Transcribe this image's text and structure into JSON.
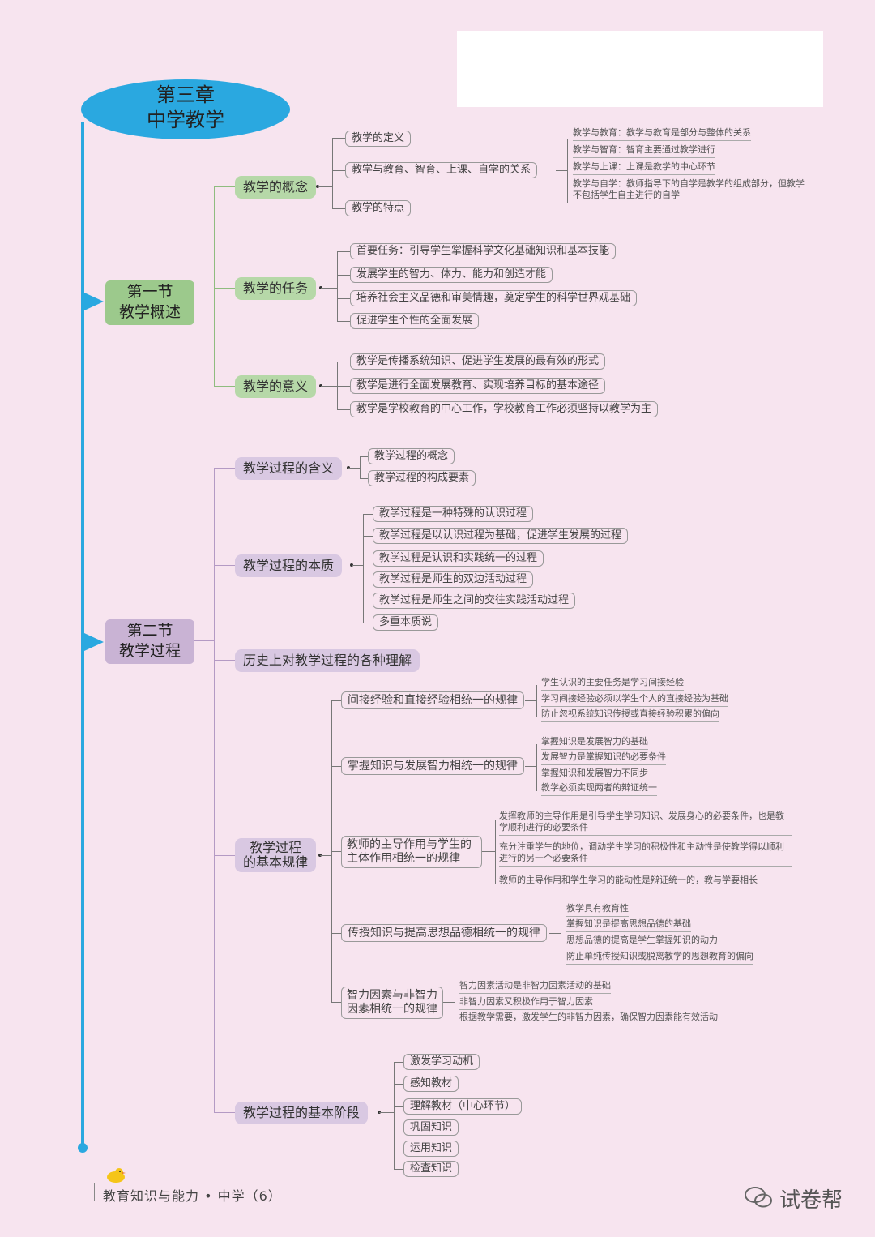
{
  "chapter": {
    "line1": "第三章",
    "line2": "中学教学"
  },
  "section1": {
    "line1": "第一节",
    "line2": "教学概述",
    "topics": [
      {
        "label": "教学的概念",
        "leaves": [
          "教学的定义",
          "教学与教育、智育、上课、自学的关系",
          "教学的特点"
        ],
        "notes": [
          "教学与教育：教学与教育是部分与整体的关系",
          "教学与智育：智育主要通过教学进行",
          "教学与上课：上课是教学的中心环节",
          "教学与自学：教师指导下的自学是教学的组成部分，但教学不包括学生自主进行的自学"
        ]
      },
      {
        "label": "教学的任务",
        "leaves": [
          "首要任务：引导学生掌握科学文化基础知识和基本技能",
          "发展学生的智力、体力、能力和创造才能",
          "培养社会主义品德和审美情趣，奠定学生的科学世界观基础",
          "促进学生个性的全面发展"
        ]
      },
      {
        "label": "教学的意义",
        "leaves": [
          "教学是传播系统知识、促进学生发展的最有效的形式",
          "教学是进行全面发展教育、实现培养目标的基本途径",
          "教学是学校教育的中心工作，学校教育工作必须坚持以教学为主"
        ]
      }
    ]
  },
  "section2": {
    "line1": "第二节",
    "line2": "教学过程",
    "meaning": {
      "label": "教学过程的含义",
      "leaves": [
        "教学过程的概念",
        "教学过程的构成要素"
      ]
    },
    "essence": {
      "label": "教学过程的本质",
      "leaves": [
        "教学过程是一种特殊的认识过程",
        "教学过程是以认识过程为基础，促进学生发展的过程",
        "教学过程是认识和实践统一的过程",
        "教学过程是师生的双边活动过程",
        "教学过程是师生之间的交往实践活动过程",
        "多重本质说"
      ]
    },
    "history": {
      "label": "历史上对教学过程的各种理解"
    },
    "laws": {
      "label_line1": "教学过程",
      "label_line2": "的基本规律",
      "items": [
        {
          "label": "间接经验和直接经验相统一的规律",
          "notes": [
            "学生认识的主要任务是学习间接经验",
            "学习间接经验必须以学生个人的直接经验为基础",
            "防止忽视系统知识传授或直接经验积累的偏向"
          ]
        },
        {
          "label": "掌握知识与发展智力相统一的规律",
          "notes": [
            "掌握知识是发展智力的基础",
            "发展智力是掌握知识的必要条件",
            "掌握知识和发展智力不同步",
            "教学必须实现两者的辩证统一"
          ]
        },
        {
          "label": "教师的主导作用与学生的主体作用相统一的规律",
          "notes": [
            "发挥教师的主导作用是引导学生学习知识、发展身心的必要条件，也是教学顺利进行的必要条件",
            "充分注重学生的地位，调动学生学习的积极性和主动性是使教学得以顺利进行的另一个必要条件",
            "教师的主导作用和学生学习的能动性是辩证统一的，教与学要相长"
          ]
        },
        {
          "label": "传授知识与提高思想品德相统一的规律",
          "notes": [
            "教学具有教育性",
            "掌握知识是提高思想品德的基础",
            "思想品德的提高是学生掌握知识的动力",
            "防止单纯传授知识或脱离教学的思想教育的偏向"
          ]
        },
        {
          "label": "智力因素与非智力因素相统一的规律",
          "notes": [
            "智力因素活动是非智力因素活动的基础",
            "非智力因素又积极作用于智力因素",
            "根据教学需要，激发学生的非智力因素，确保智力因素能有效活动"
          ]
        }
      ]
    },
    "stages": {
      "label": "教学过程的基本阶段",
      "leaves": [
        "激发学习动机",
        "感知教材",
        "理解教材（中心环节）",
        "巩固知识",
        "运用知识",
        "检查知识"
      ]
    }
  },
  "footer": {
    "text": "教育知识与能力 • 中学（6）"
  },
  "watermark": {
    "text": "试卷帮"
  },
  "colors": {
    "trunk": "#2aa8e0",
    "section1": "#9cc98c",
    "section2": "#c9b3d4",
    "background": "#f7e4ef"
  }
}
